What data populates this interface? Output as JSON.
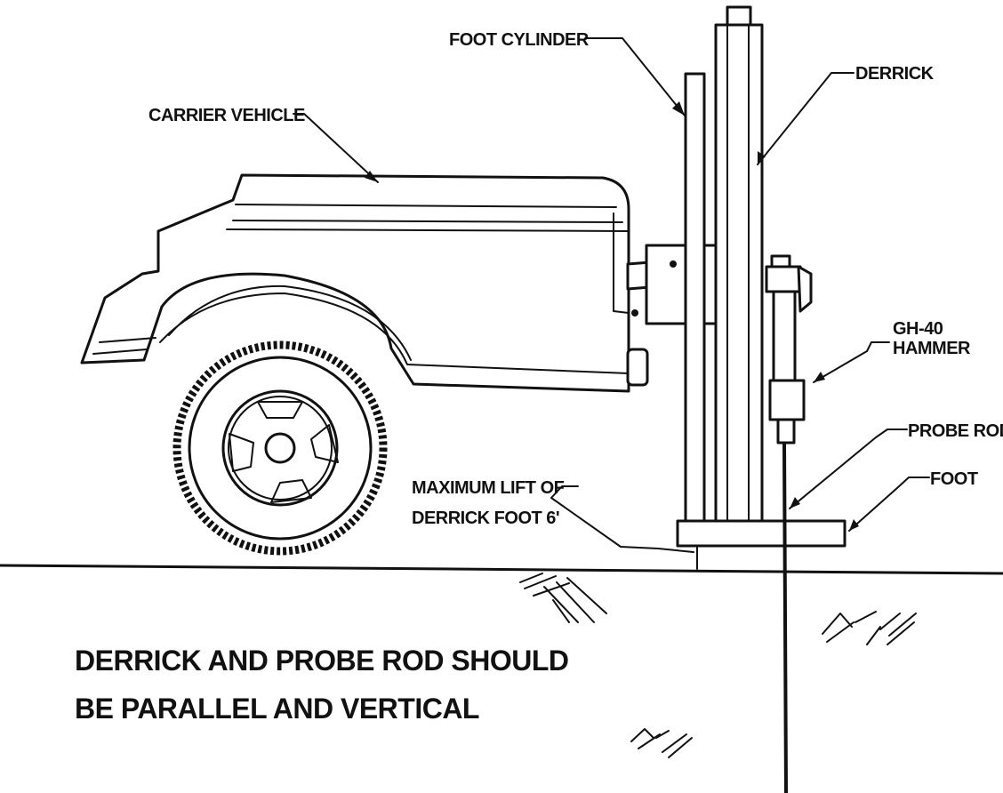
{
  "labels": {
    "foot_cylinder": "FOOT CYLINDER",
    "derrick": "DERRICK",
    "carrier_vehicle": "CARRIER VEHICLE",
    "hammer_line1": "GH-40",
    "hammer_line2": "HAMMER",
    "probe_rod": "PROBE ROD",
    "foot": "FOOT",
    "lift_line1": "MAXIMUM LIFT OF",
    "lift_line2": "DERRICK FOOT 6'"
  },
  "note": {
    "line1": "DERRICK AND PROBE ROD SHOULD",
    "line2": "BE PARALLEL AND VERTICAL"
  }
}
